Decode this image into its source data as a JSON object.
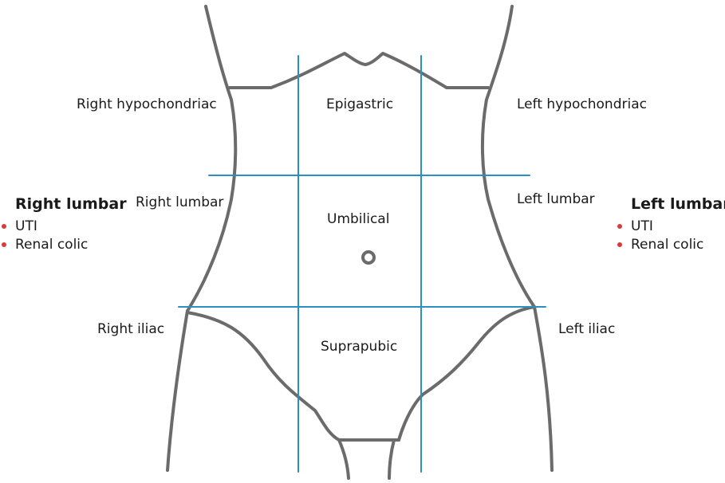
{
  "colors": {
    "outline": "#6b6b6b",
    "gridline": "#2b8fc0",
    "bullet": "#d93a3a",
    "text": "#1a1a1a"
  },
  "regions": {
    "right_hypochondriac": "Right hypochondriac",
    "epigastric": "Epigastric",
    "left_hypochondriac": "Left hypochondriac",
    "right_lumbar": "Right lumbar",
    "umbilical": "Umbilical",
    "left_lumbar": "Left lumbar",
    "right_iliac": "Right iliac",
    "suprapubic": "Suprapubic",
    "left_iliac": "Left iliac"
  },
  "callouts": {
    "right": {
      "title": "Right lumbar",
      "items": [
        "UTI",
        "Renal colic"
      ]
    },
    "left": {
      "title": "Left lumbar",
      "items": [
        "UTI",
        "Renal colic"
      ]
    }
  }
}
